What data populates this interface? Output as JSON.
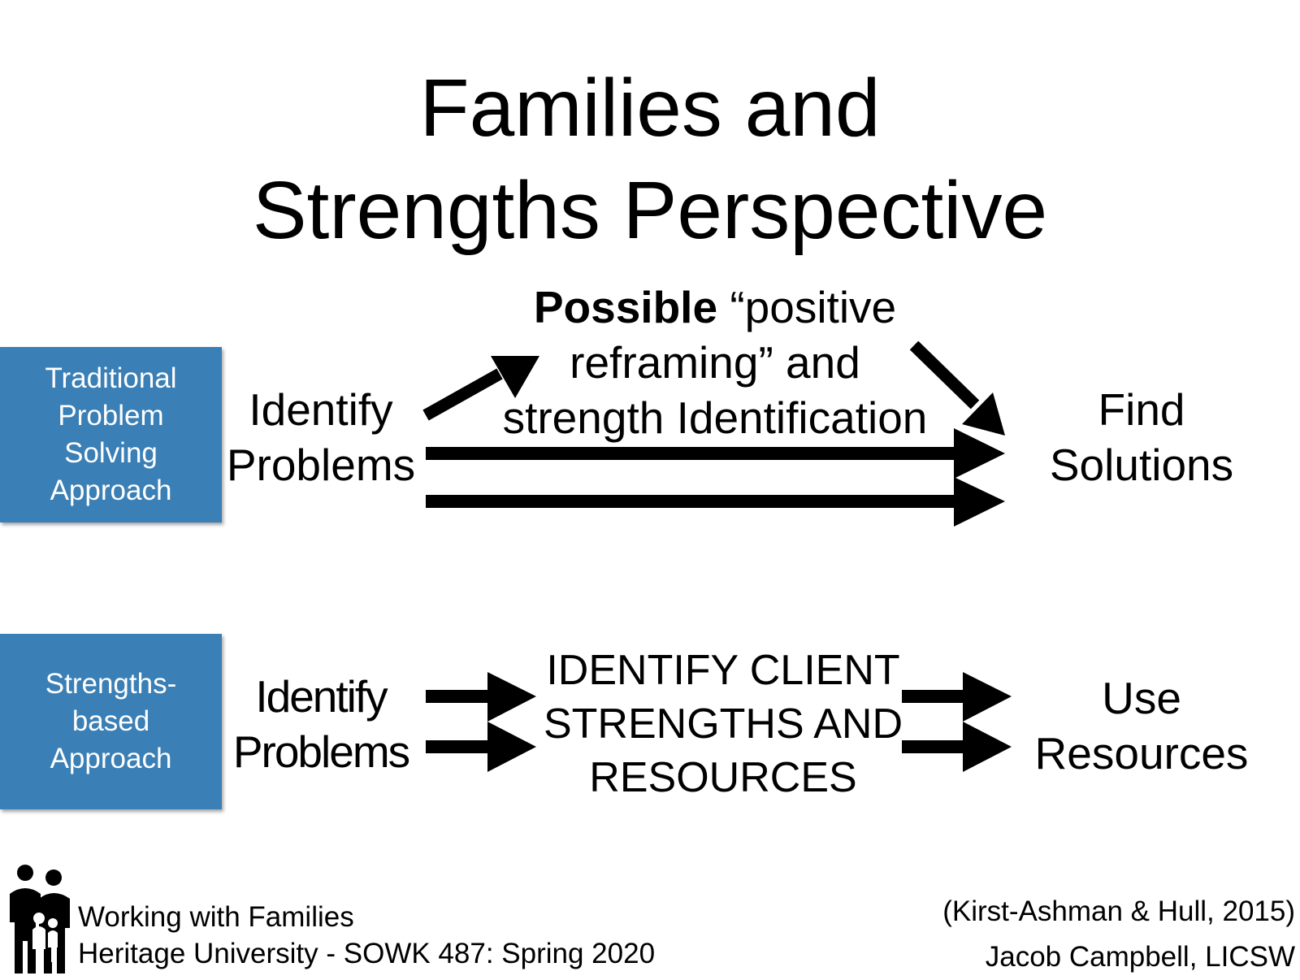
{
  "title": {
    "line1": "Families and",
    "line2": "Strengths Perspective"
  },
  "traditional": {
    "box_lines": [
      "Traditional",
      "Problem",
      "Solving",
      "Approach"
    ],
    "start_lines": [
      "Identify",
      "Problems"
    ],
    "middle_bold": "Possible",
    "middle_rest": "“positive",
    "middle_lines": [
      "reframing” and",
      "strength Identification"
    ],
    "end_lines": [
      "Find",
      "Solutions"
    ]
  },
  "strengths": {
    "box_lines": [
      "Strengths-",
      "based",
      "Approach"
    ],
    "start_lines": [
      "Identify",
      "Problems"
    ],
    "middle_lines": [
      "IDENTIFY CLIENT",
      "STRENGTHS AND",
      "RESOURCES"
    ],
    "end_lines": [
      "Use",
      "Resources"
    ]
  },
  "footer": {
    "course_line1": "Working with Families",
    "course_line2": "Heritage University - SOWK 487: Spring 2020",
    "citation": "(Kirst-Ashman & Hull, 2015)",
    "author": "Jacob Campbell, LICSW"
  },
  "colors": {
    "box_blue": "#3a7fb5",
    "text": "#000000",
    "background": "#ffffff"
  },
  "icons": {
    "logo": "family-icon"
  }
}
